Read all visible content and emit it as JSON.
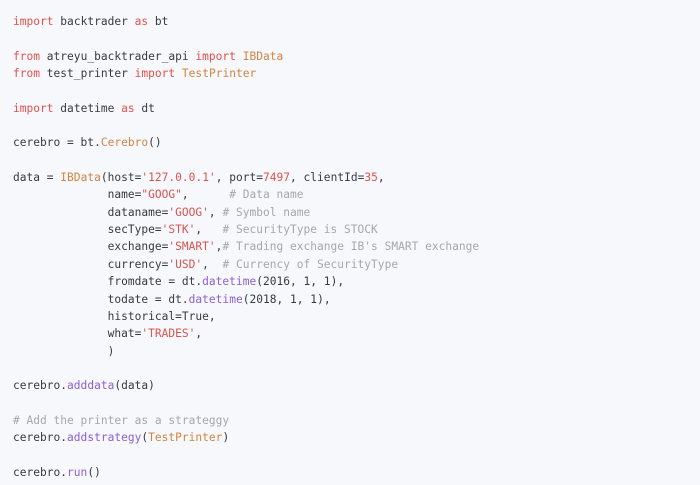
{
  "view": {
    "kind": "code-snippet",
    "language": "python",
    "background_color": "#f7f8fb",
    "default_text_color": "#383a42"
  },
  "theme": {
    "keyword_color": "#e4504a",
    "string_color": "#d9534f",
    "comment_color": "#a5a7ad",
    "class_color": "#d08442",
    "function_color": "#8b5fd6",
    "plain_color": "#383a42"
  },
  "code": {
    "lines": [
      {
        "index": 1,
        "text": "import backtrader as bt",
        "tokens": [
          {
            "t": "import",
            "c": "kw"
          },
          {
            "t": " backtrader ",
            "c": "pln"
          },
          {
            "t": "as",
            "c": "kw"
          },
          {
            "t": " bt",
            "c": "pln"
          }
        ]
      },
      {
        "index": 2,
        "text": "",
        "tokens": []
      },
      {
        "index": 3,
        "text": "from atreyu_backtrader_api import IBData",
        "tokens": [
          {
            "t": "from",
            "c": "kw"
          },
          {
            "t": " atreyu_backtrader_api ",
            "c": "pln"
          },
          {
            "t": "import",
            "c": "kw"
          },
          {
            "t": " ",
            "c": "pln"
          },
          {
            "t": "IBData",
            "c": "cls"
          }
        ]
      },
      {
        "index": 4,
        "text": "from test_printer import TestPrinter",
        "tokens": [
          {
            "t": "from",
            "c": "kw"
          },
          {
            "t": " test_printer ",
            "c": "pln"
          },
          {
            "t": "import",
            "c": "kw"
          },
          {
            "t": " ",
            "c": "pln"
          },
          {
            "t": "TestPrinter",
            "c": "cls"
          }
        ]
      },
      {
        "index": 5,
        "text": "",
        "tokens": []
      },
      {
        "index": 6,
        "text": "import datetime as dt",
        "tokens": [
          {
            "t": "import",
            "c": "kw"
          },
          {
            "t": " datetime ",
            "c": "pln"
          },
          {
            "t": "as",
            "c": "kw"
          },
          {
            "t": " dt",
            "c": "pln"
          }
        ]
      },
      {
        "index": 7,
        "text": "",
        "tokens": []
      },
      {
        "index": 8,
        "text": "cerebro = bt.Cerebro()",
        "tokens": [
          {
            "t": "cerebro = bt.",
            "c": "pln"
          },
          {
            "t": "Cerebro",
            "c": "cls"
          },
          {
            "t": "()",
            "c": "pln"
          }
        ]
      },
      {
        "index": 9,
        "text": "",
        "tokens": []
      },
      {
        "index": 10,
        "text": "data = IBData(host='127.0.0.1', port=7497, clientId=35,",
        "tokens": [
          {
            "t": "data = ",
            "c": "pln"
          },
          {
            "t": "IBData",
            "c": "cls"
          },
          {
            "t": "(host=",
            "c": "pln"
          },
          {
            "t": "'127.0.0.1'",
            "c": "str"
          },
          {
            "t": ", port=",
            "c": "pln"
          },
          {
            "t": "7497",
            "c": "numk"
          },
          {
            "t": ", clientId=",
            "c": "pln"
          },
          {
            "t": "35",
            "c": "numk"
          },
          {
            "t": ",",
            "c": "pln"
          }
        ]
      },
      {
        "index": 11,
        "text": "              name=\"GOOG\",      # Data name",
        "tokens": [
          {
            "t": "              name=",
            "c": "pln"
          },
          {
            "t": "\"GOOG\"",
            "c": "str"
          },
          {
            "t": ",      ",
            "c": "pln"
          },
          {
            "t": "# Data name",
            "c": "com"
          }
        ]
      },
      {
        "index": 12,
        "text": "              dataname='GOOG', # Symbol name",
        "tokens": [
          {
            "t": "              dataname=",
            "c": "pln"
          },
          {
            "t": "'GOOG'",
            "c": "str"
          },
          {
            "t": ", ",
            "c": "pln"
          },
          {
            "t": "# Symbol name",
            "c": "com"
          }
        ]
      },
      {
        "index": 13,
        "text": "              secType='STK',   # SecurityType is STOCK",
        "tokens": [
          {
            "t": "              secType=",
            "c": "pln"
          },
          {
            "t": "'STK'",
            "c": "str"
          },
          {
            "t": ",   ",
            "c": "pln"
          },
          {
            "t": "# SecurityType is STOCK",
            "c": "com"
          }
        ]
      },
      {
        "index": 14,
        "text": "              exchange='SMART',# Trading exchange IB's SMART exchange",
        "tokens": [
          {
            "t": "              exchange=",
            "c": "pln"
          },
          {
            "t": "'SMART'",
            "c": "str"
          },
          {
            "t": ",",
            "c": "pln"
          },
          {
            "t": "# Trading exchange IB's SMART exchange",
            "c": "com"
          }
        ]
      },
      {
        "index": 15,
        "text": "              currency='USD',  # Currency of SecurityType",
        "tokens": [
          {
            "t": "              currency=",
            "c": "pln"
          },
          {
            "t": "'USD'",
            "c": "str"
          },
          {
            "t": ",  ",
            "c": "pln"
          },
          {
            "t": "# Currency of SecurityType",
            "c": "com"
          }
        ]
      },
      {
        "index": 16,
        "text": "              fromdate = dt.datetime(2016, 1, 1),",
        "tokens": [
          {
            "t": "              fromdate = dt.",
            "c": "pln"
          },
          {
            "t": "datetime",
            "c": "fn"
          },
          {
            "t": "(",
            "c": "pln"
          },
          {
            "t": "2016",
            "c": "num"
          },
          {
            "t": ", ",
            "c": "pln"
          },
          {
            "t": "1",
            "c": "num"
          },
          {
            "t": ", ",
            "c": "pln"
          },
          {
            "t": "1",
            "c": "num"
          },
          {
            "t": "),",
            "c": "pln"
          }
        ]
      },
      {
        "index": 17,
        "text": "              todate = dt.datetime(2018, 1, 1),",
        "tokens": [
          {
            "t": "              todate = dt.",
            "c": "pln"
          },
          {
            "t": "datetime",
            "c": "fn"
          },
          {
            "t": "(",
            "c": "pln"
          },
          {
            "t": "2018",
            "c": "num"
          },
          {
            "t": ", ",
            "c": "pln"
          },
          {
            "t": "1",
            "c": "num"
          },
          {
            "t": ", ",
            "c": "pln"
          },
          {
            "t": "1",
            "c": "num"
          },
          {
            "t": "),",
            "c": "pln"
          }
        ]
      },
      {
        "index": 18,
        "text": "              historical=True,",
        "tokens": [
          {
            "t": "              historical=True,",
            "c": "pln"
          }
        ]
      },
      {
        "index": 19,
        "text": "              what='TRADES',",
        "tokens": [
          {
            "t": "              what=",
            "c": "pln"
          },
          {
            "t": "'TRADES'",
            "c": "str"
          },
          {
            "t": ",",
            "c": "pln"
          }
        ]
      },
      {
        "index": 20,
        "text": "              )",
        "tokens": [
          {
            "t": "              )",
            "c": "pln"
          }
        ]
      },
      {
        "index": 21,
        "text": "",
        "tokens": []
      },
      {
        "index": 22,
        "text": "cerebro.adddata(data)",
        "tokens": [
          {
            "t": "cerebro.",
            "c": "pln"
          },
          {
            "t": "adddata",
            "c": "fn"
          },
          {
            "t": "(data)",
            "c": "pln"
          }
        ]
      },
      {
        "index": 23,
        "text": "",
        "tokens": []
      },
      {
        "index": 24,
        "text": "# Add the printer as a strateggy",
        "tokens": [
          {
            "t": "# Add the printer as a strateggy",
            "c": "com"
          }
        ]
      },
      {
        "index": 25,
        "text": "cerebro.addstrategy(TestPrinter)",
        "tokens": [
          {
            "t": "cerebro.",
            "c": "pln"
          },
          {
            "t": "addstrategy",
            "c": "fn"
          },
          {
            "t": "(",
            "c": "pln"
          },
          {
            "t": "TestPrinter",
            "c": "cls"
          },
          {
            "t": ")",
            "c": "pln"
          }
        ]
      },
      {
        "index": 26,
        "text": "",
        "tokens": []
      },
      {
        "index": 27,
        "text": "cerebro.run()",
        "tokens": [
          {
            "t": "cerebro.",
            "c": "pln"
          },
          {
            "t": "run",
            "c": "fn"
          },
          {
            "t": "()",
            "c": "pln"
          }
        ]
      }
    ]
  }
}
